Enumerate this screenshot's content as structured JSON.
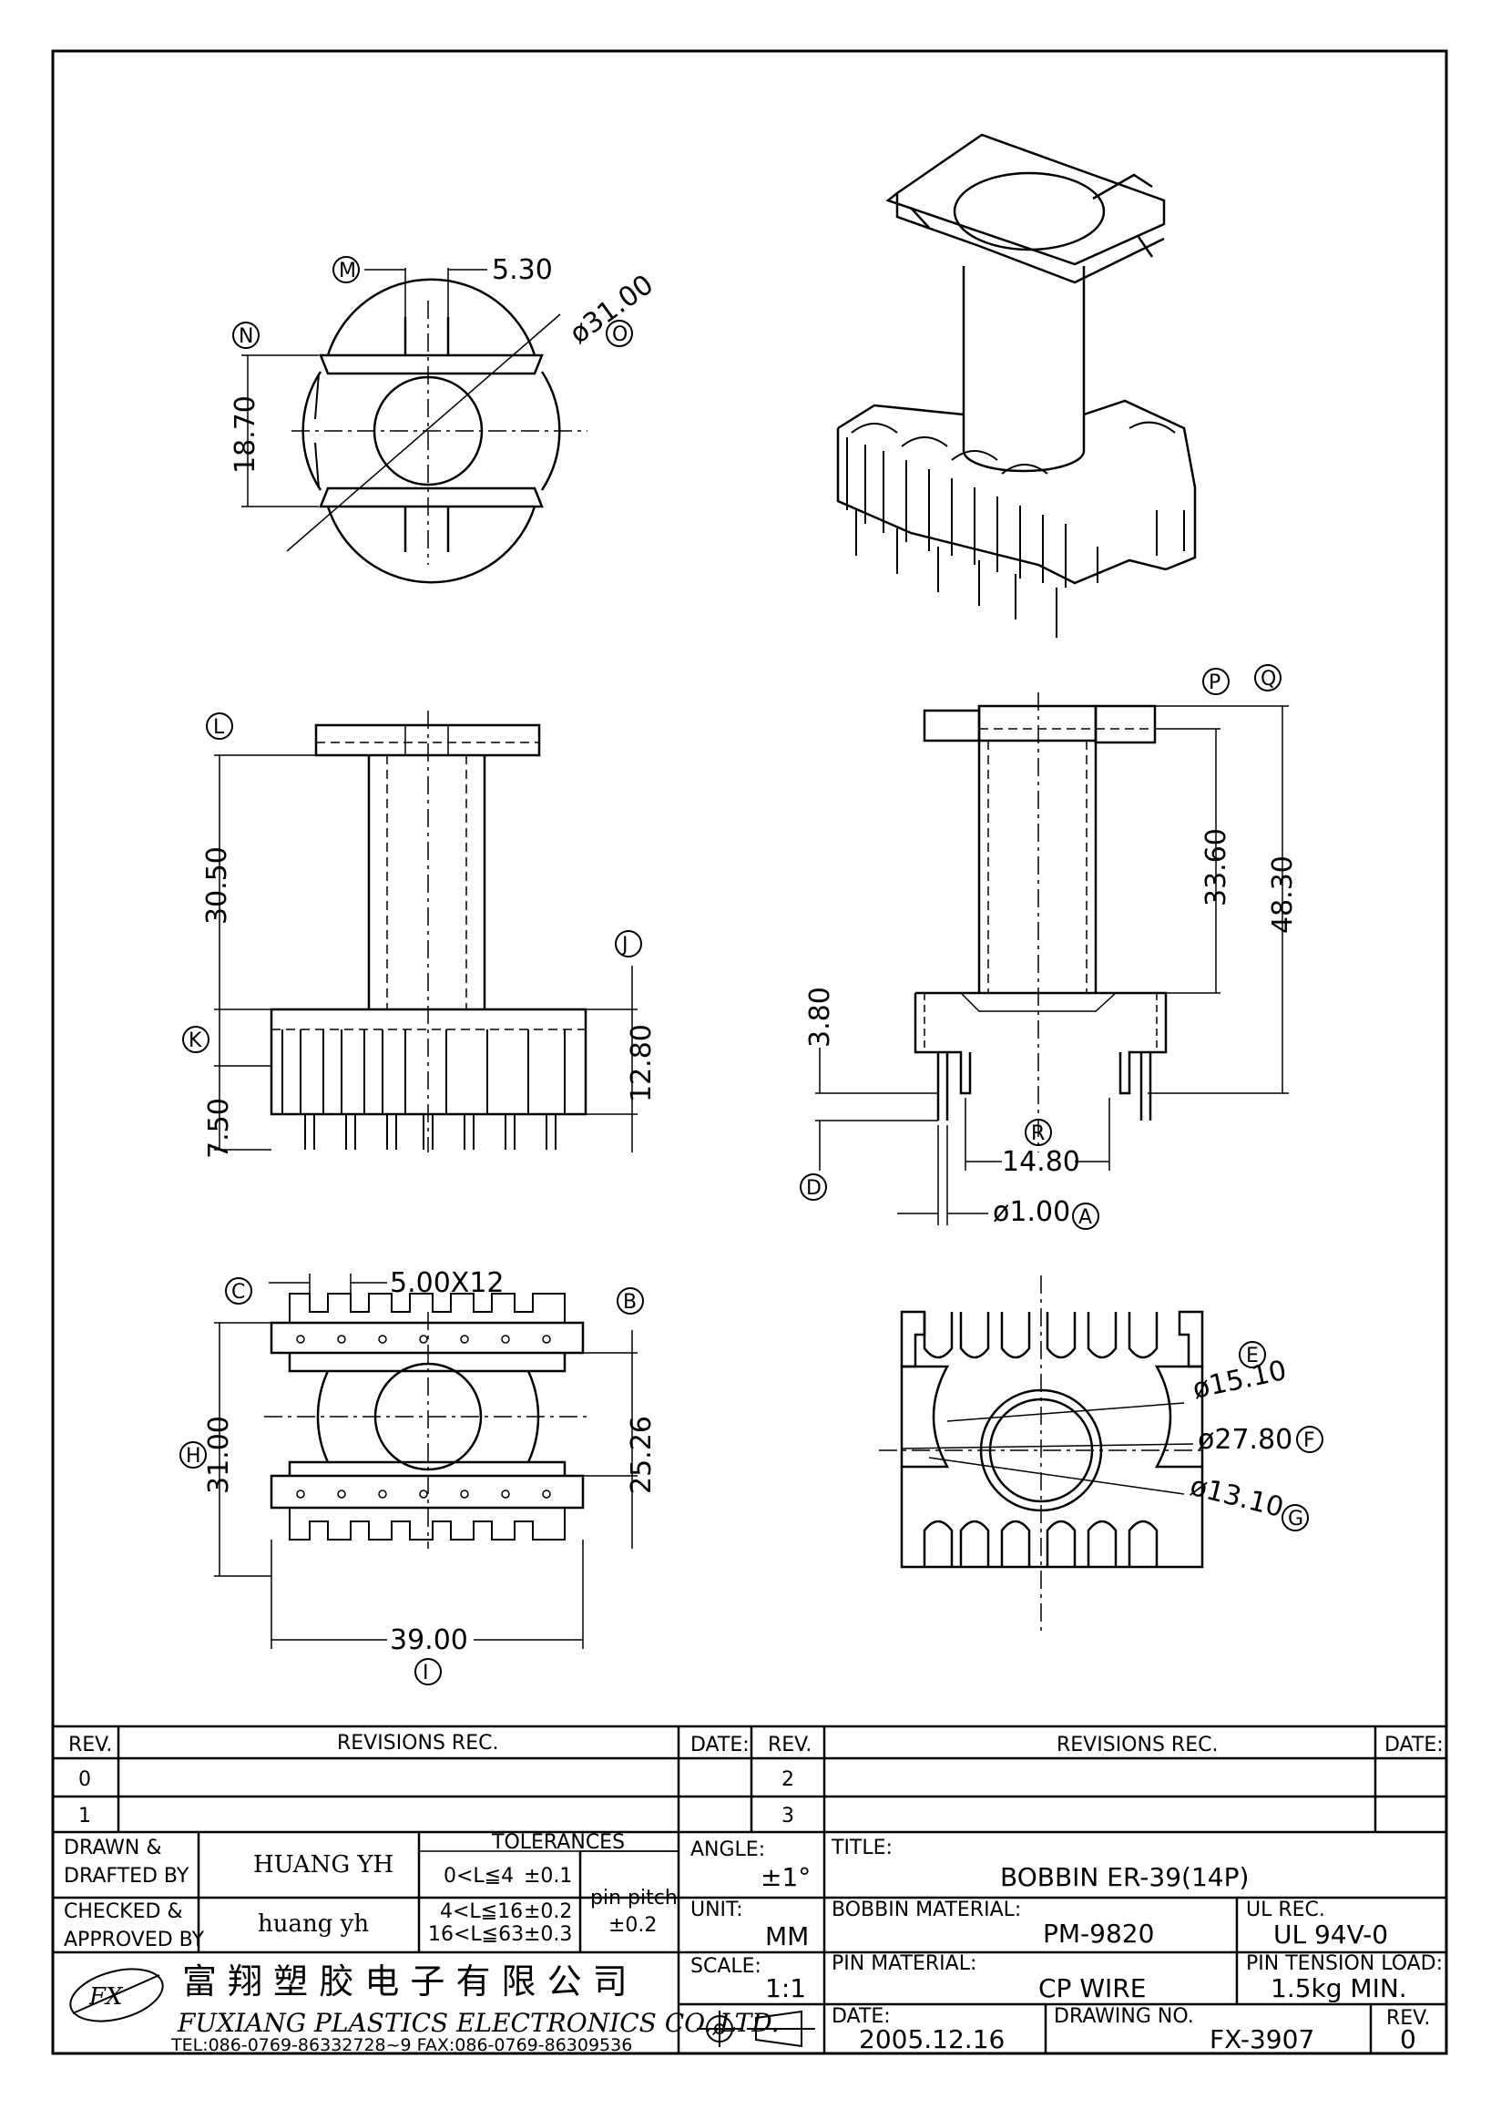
{
  "views": {
    "top": {
      "dim_slot": "5.30",
      "dim_diameter": "ø31.00",
      "dim_height": "18.70",
      "label_slot": "M",
      "label_height": "N",
      "label_diameter": "O"
    },
    "front": {
      "dim_core": "30.50",
      "dim_base": "12.80",
      "dim_pin": "7.50",
      "label_top": "L",
      "label_base": "J",
      "label_pin": "K"
    },
    "side": {
      "dim_winding": "33.60",
      "dim_total": "48.30",
      "dim_standoff": "3.80",
      "dim_span": "14.80",
      "dim_pin_dia": "ø1.00",
      "label_p": "P",
      "label_q": "Q",
      "label_r": "R",
      "label_d": "D",
      "label_a": "A"
    },
    "bottom": {
      "dim_pitch": "5.00X12",
      "dim_width": "31.00",
      "dim_inner": "25.26",
      "dim_length": "39.00",
      "label_c": "C",
      "label_b": "B",
      "label_h": "H",
      "label_i": "I"
    },
    "pinview": {
      "dim_inner": "ø15.10",
      "dim_outer": "ø27.80",
      "dim_bore": "ø13.10",
      "label_e": "E",
      "label_f": "F",
      "label_g": "G"
    }
  },
  "revisions": {
    "col_rev": "REV.",
    "col_rec": "REVISIONS   REC.",
    "col_date": "DATE:",
    "left_revs": [
      "0",
      "1"
    ],
    "right_revs": [
      "2",
      "3"
    ]
  },
  "titleblock": {
    "drawn_label_1": "DRAWN &",
    "drawn_label_2": "DRAFTED BY",
    "drawn_by": "HUANG YH",
    "checked_label_1": "CHECKED &",
    "checked_label_2": "APPROVED BY",
    "checked_by": "huang yh",
    "tolerances_label": "TOLERANCES",
    "tol_rows": [
      {
        "range": "0<L≦4",
        "tol": "±0.1"
      },
      {
        "range": "4<L≦16",
        "tol": "±0.2"
      },
      {
        "range": "16<L≦63",
        "tol": "±0.3"
      }
    ],
    "pin_pitch_label": "pin pitch",
    "pin_pitch_tol": "±0.2",
    "angle_label": "ANGLE:",
    "angle_value": "±1°",
    "unit_label": "UNIT:",
    "unit_value": "MM",
    "scale_label": "SCALE:",
    "scale_value": "1:1",
    "title_label": "TITLE:",
    "title_value": "BOBBIN ER-39(14P)",
    "bobbin_material_label": "BOBBIN MATERIAL:",
    "bobbin_material": "PM-9820",
    "ul_label": "UL REC.",
    "ul_value": "UL 94V-0",
    "pin_material_label": "PIN MATERIAL:",
    "pin_material": "CP WIRE",
    "pin_tension_label": "PIN TENSION LOAD:",
    "pin_tension": "1.5kg MIN.",
    "date_label": "DATE:",
    "date_value": "2005.12.16",
    "drawing_no_label": "DRAWING NO.",
    "drawing_no": "FX-3907",
    "rev_label": "REV.",
    "rev_value": "0",
    "company_cn": "富 翔 塑 胶 电 子 有 限 公 司",
    "company_en": "FUXIANG PLASTICS ELECTRONICS CO.,LTD.",
    "company_contact": "TEL:086-0769-86332728~9  FAX:086-0769-86309536",
    "logo_text": "FX"
  }
}
